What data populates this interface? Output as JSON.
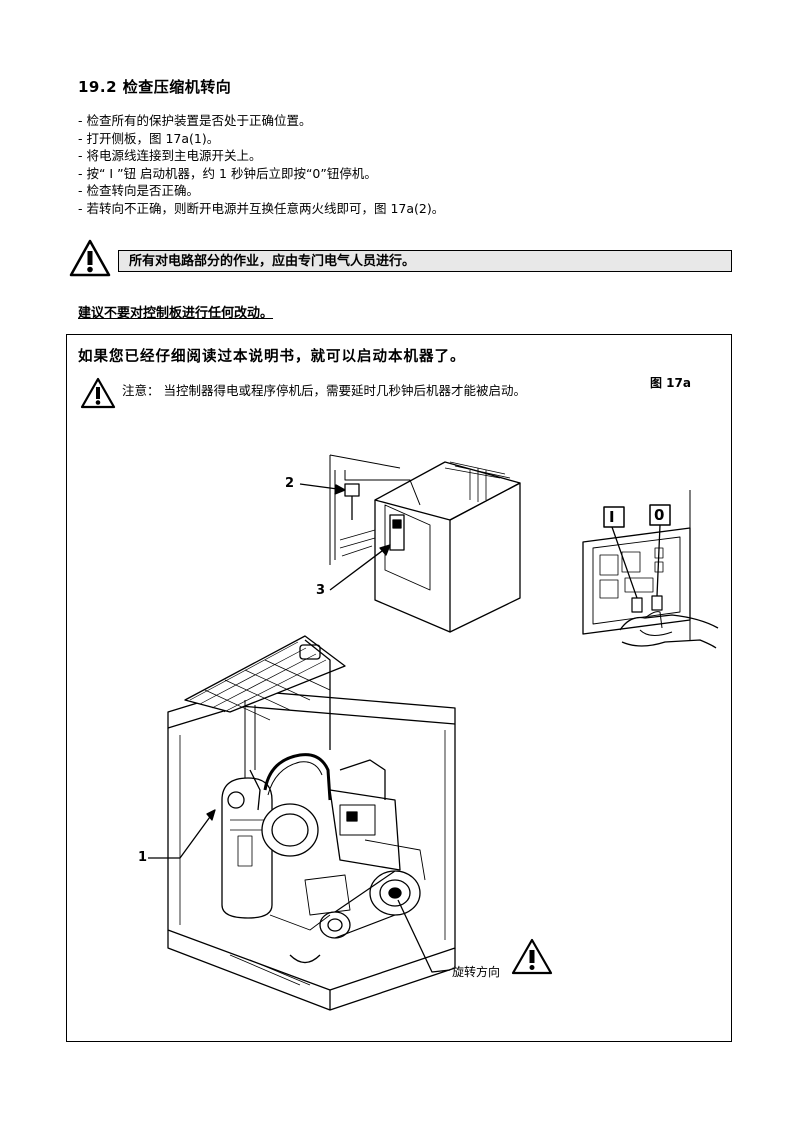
{
  "heading": "19.2 检查压缩机转向",
  "steps": [
    "- 检查所有的保护装置是否处于正确位置。",
    "- 打开侧板，图 17a(1)。",
    "- 将电源线连接到主电源开关上。",
    "- 按“ I ”钮 启动机器，约 1 秒钟后立即按“0”钮停机。",
    "- 检查转向是否正确。",
    "- 若转向不正确，则断开电源并互换任意两火线即可，图 17a(2)。"
  ],
  "warning_box": "所有对电路部分的作业，应由专门电气人员进行。",
  "advice": "建议不要对控制板进行任何改动。",
  "figure": {
    "title": "如果您已经仔细阅读过本说明书，就可以启动本机器了。",
    "label": "图 17a",
    "note": "注意：  当控制器得电或程序停机后，需要延时几秒钟后机器才能被启动。",
    "callouts": {
      "c1": "1",
      "c2": "2",
      "c3": "3"
    },
    "buttons": {
      "start": "I",
      "stop": "0"
    },
    "rotation_label": "旋转方向"
  }
}
